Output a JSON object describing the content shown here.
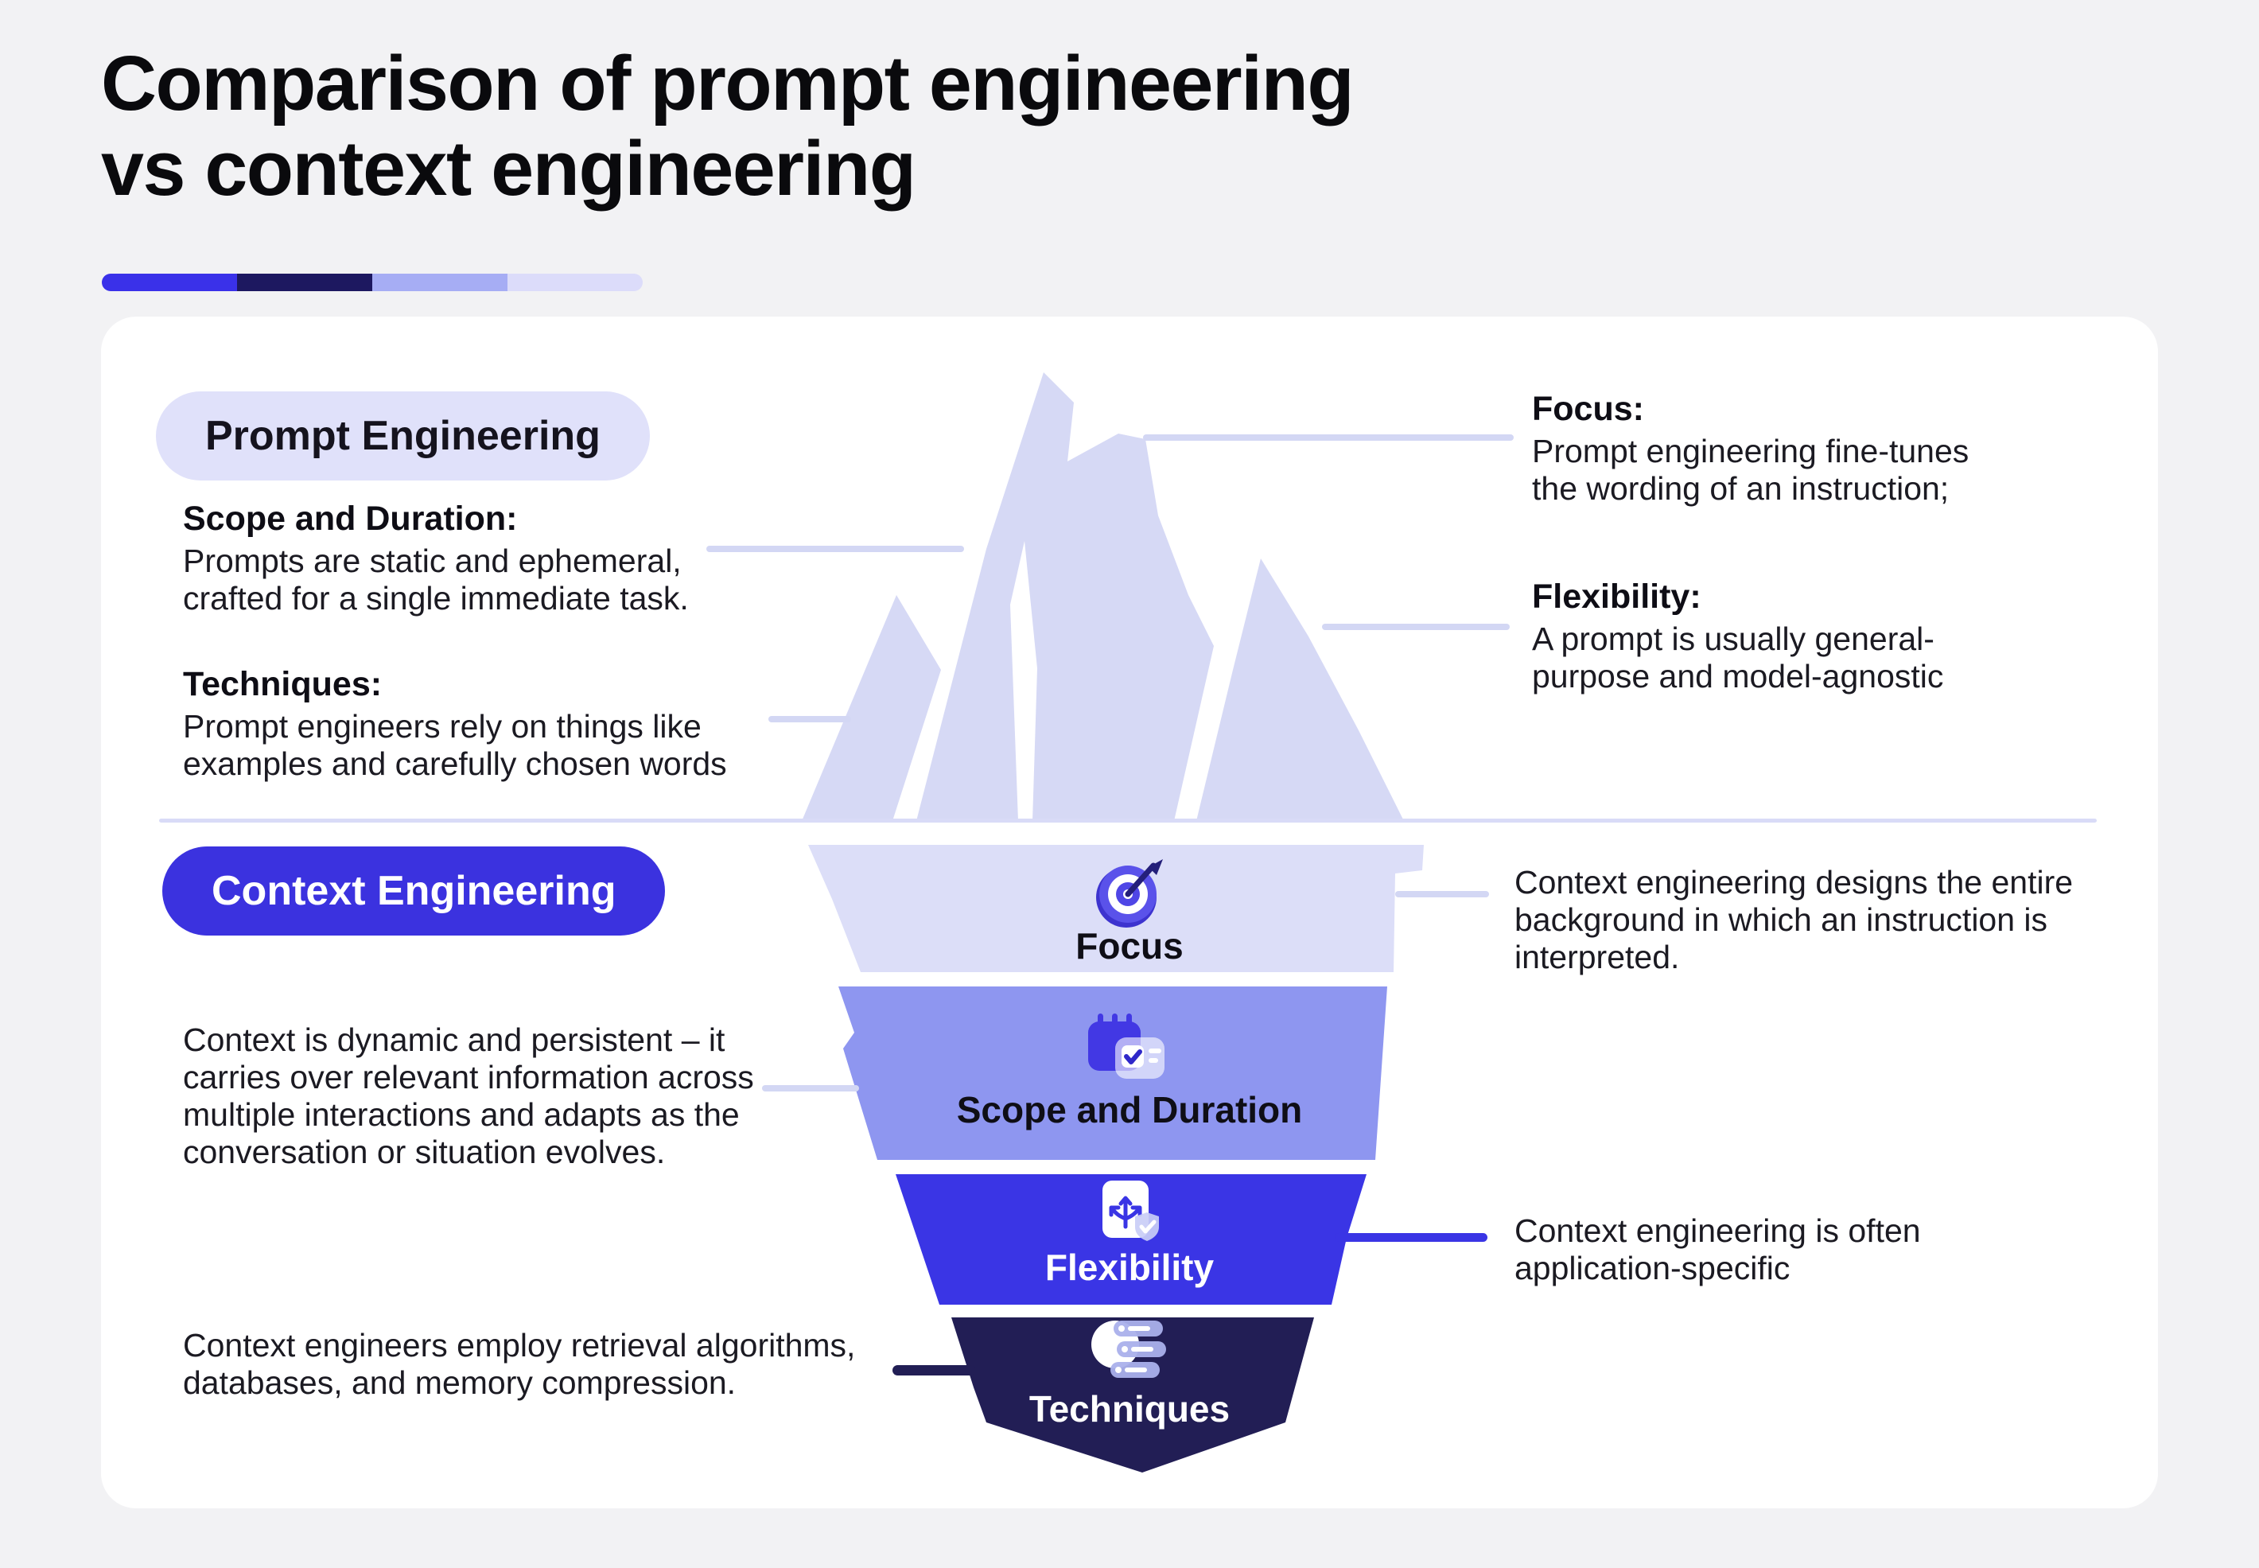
{
  "page": {
    "title": "Comparison of prompt engineering\nvs context engineering",
    "background": "#f2f2f4",
    "card_background": "#ffffff"
  },
  "progress_bar": {
    "segments": [
      {
        "name": "segment-1",
        "color": "#3a31e9"
      },
      {
        "name": "segment-2",
        "color": "#1d1860"
      },
      {
        "name": "segment-3",
        "color": "#a6adf4"
      },
      {
        "name": "segment-4",
        "color": "#dcdcfa"
      }
    ]
  },
  "prompt_engineering": {
    "badge_label": "Prompt Engineering",
    "badge_background": "#e0e1fa",
    "badge_text_color": "#15131e",
    "left_items": [
      {
        "heading": "Scope and Duration:",
        "body": "Prompts are static and ephemeral,\ncrafted for a single immediate task."
      },
      {
        "heading": "Techniques:",
        "body": "Prompt engineers rely on things like\nexamples and carefully chosen words"
      }
    ],
    "right_items": [
      {
        "heading": "Focus:",
        "body": "Prompt engineering fine-tunes\nthe wording of an instruction;"
      },
      {
        "heading": "Flexibility:",
        "body": "A prompt is usually general-\npurpose and model-agnostic"
      }
    ]
  },
  "context_engineering": {
    "badge_label": "Context Engineering",
    "badge_background": "#3b32df",
    "badge_text_color": "#ffffff",
    "left_notes": [
      "Context is dynamic and persistent – it\ncarries over relevant information across\nmultiple interactions and adapts as the\nconversation or situation evolves.",
      "Context engineers employ retrieval algorithms,\ndatabases, and memory compression."
    ],
    "right_notes": [
      "Context engineering designs the entire\nbackground in which an instruction is\ninterpreted.",
      "Context engineering is often\napplication-specific"
    ],
    "funnel_layers": [
      {
        "label": "Focus",
        "color": "#dcdef8",
        "text_color": "#0f0e16",
        "icon": "target-icon"
      },
      {
        "label": "Scope and Duration",
        "color": "#8e96f0",
        "text_color": "#0f0e16",
        "icon": "calendar-check-icon"
      },
      {
        "label": "Flexibility",
        "color": "#3a35e5",
        "text_color": "#ffffff",
        "icon": "branch-arrows-icon"
      },
      {
        "label": "Techniques",
        "color": "#221e55",
        "text_color": "#ffffff",
        "icon": "database-stack-icon"
      }
    ]
  },
  "decor": {
    "iceberg_color": "#d6d9f5",
    "waterline_color": "#d9dbf7",
    "connector_light": "#d3d7f4",
    "connector_blue": "#3a35e5",
    "connector_navy": "#221e55"
  }
}
